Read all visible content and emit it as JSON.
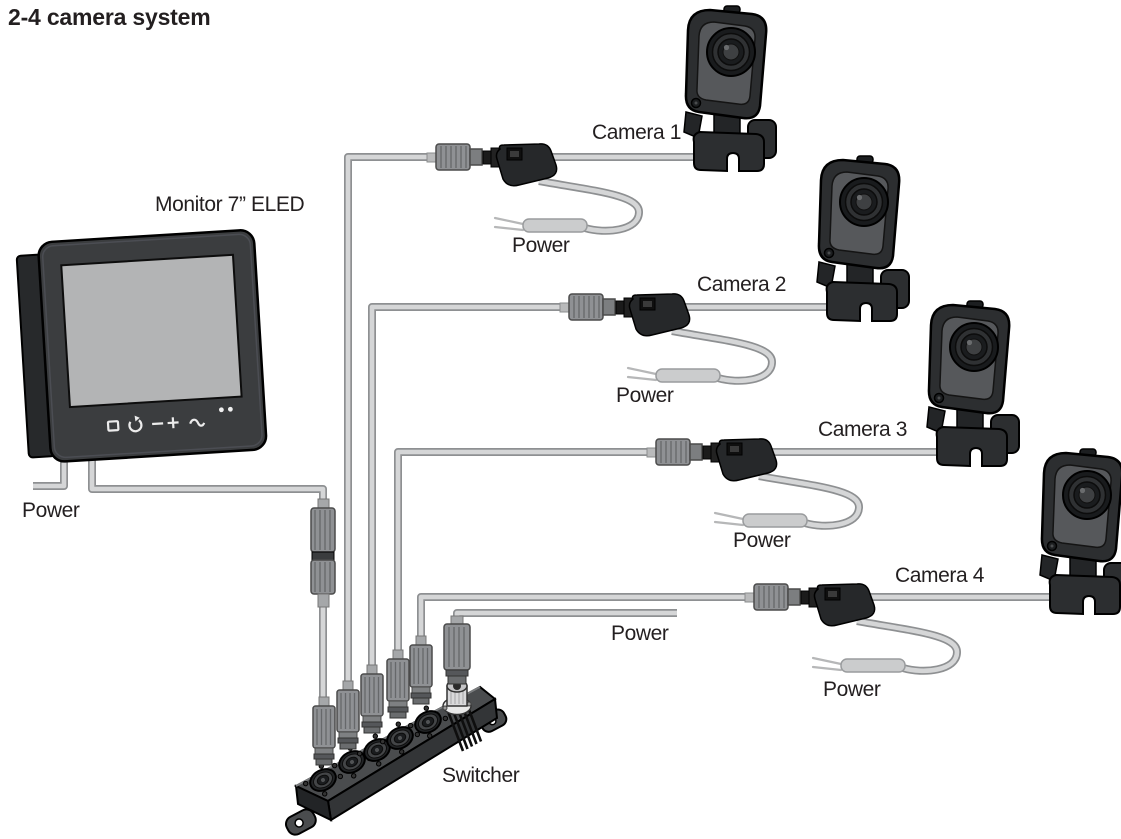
{
  "title": "2-4 camera system",
  "monitor": {
    "label": "Monitor 7” ELED",
    "power_label": "Power",
    "control_icons": [
      "display-icon",
      "rotate-icon",
      "minus-icon",
      "plus-icon",
      "enter-icon",
      "led-dots-icon"
    ]
  },
  "cameras": [
    {
      "label": "Camera 1",
      "power_label": "Power"
    },
    {
      "label": "Camera 2",
      "power_label": "Power"
    },
    {
      "label": "Camera 3",
      "power_label": "Power"
    },
    {
      "label": "Camera 4",
      "power_label": "Power"
    }
  ],
  "switcher": {
    "label": "Switcher",
    "power_label": "Power"
  },
  "colors": {
    "background": "#ffffff",
    "text": "#231f20",
    "cable_fill": "#d5d6d7",
    "cable_outline": "#8e9092",
    "device_dark": "#3b3d3f",
    "connector_gray": "#8f9194"
  }
}
